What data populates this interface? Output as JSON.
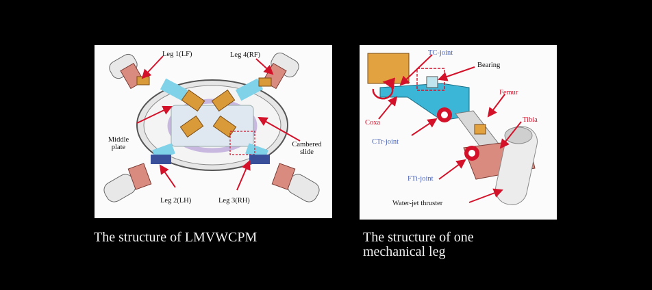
{
  "left_figure": {
    "labels": {
      "leg1": "Leg 1(LF)",
      "leg4": "Leg 4(RF)",
      "middle_plate": "Middle\nplate",
      "cambered_slide": "Cambered\nslide",
      "leg2": "Leg 2(LH)",
      "leg3": "Leg 3(RH)"
    },
    "caption": "The structure of LMVWCPM"
  },
  "right_figure": {
    "labels": {
      "tc_joint": "TC-joint",
      "bearing": "Bearing",
      "coxa": "Coxa",
      "femur": "Femur",
      "tibia": "Tibia",
      "ctr_joint": "CTr-joint",
      "fti_joint": "FTi-joint",
      "thruster": "Water-jet thruster"
    },
    "caption_line1": "The structure of one",
    "caption_line2": "mechanical leg"
  },
  "colors": {
    "background": "#000000",
    "arrow": "#d3122a",
    "joint_label": "#4a63b8",
    "coxa_cyan": "#33b7d6",
    "pad_orange": "#d99a3a",
    "leg_rose": "#d98b80"
  }
}
